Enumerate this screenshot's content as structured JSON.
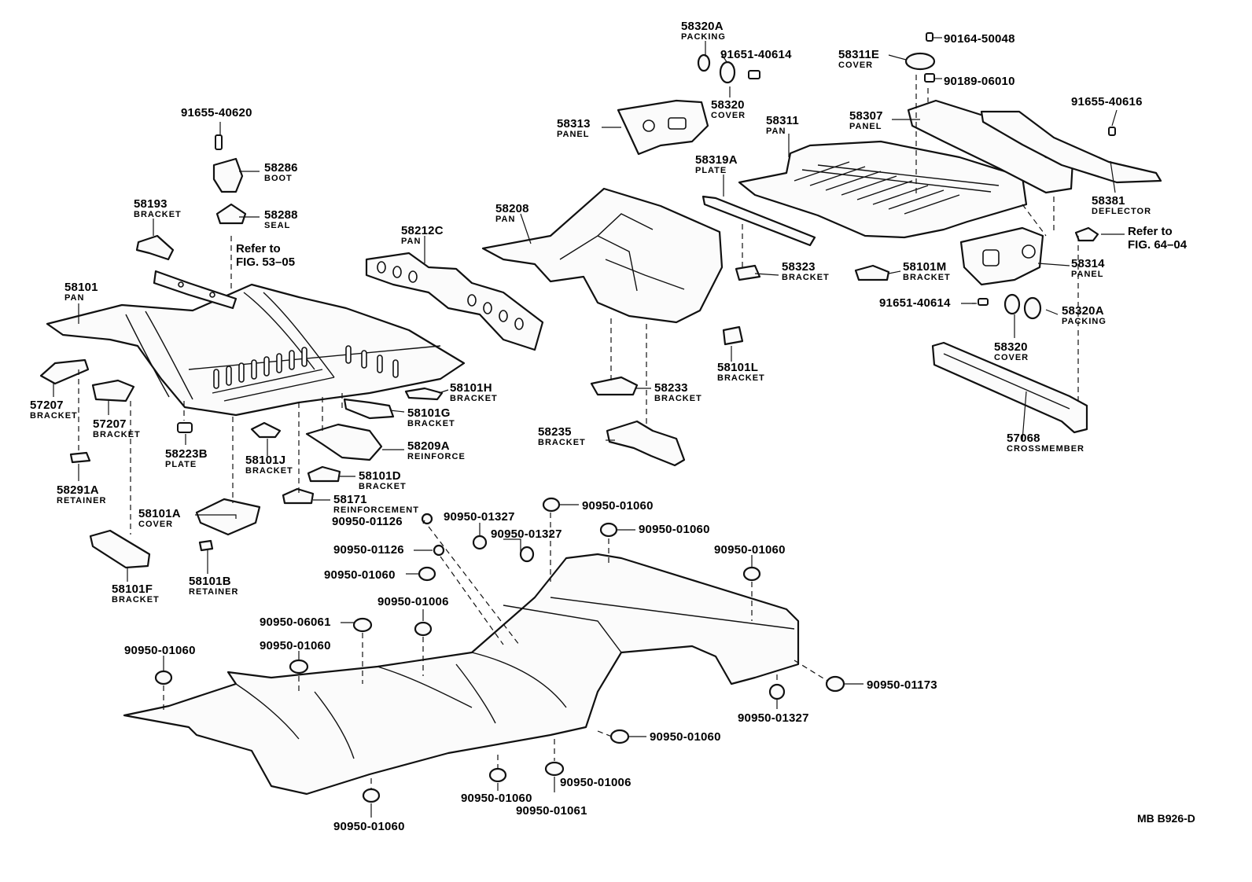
{
  "callouts": [
    {
      "number": "58320A",
      "name": "PACKING"
    },
    {
      "number": "91651-40614",
      "name": ""
    },
    {
      "number": "58320",
      "name": "COVER"
    },
    {
      "number": "58313",
      "name": "PANEL"
    },
    {
      "number": "90164-50048",
      "name": ""
    },
    {
      "number": "58311E",
      "name": "COVER"
    },
    {
      "number": "90189-06010",
      "name": ""
    },
    {
      "number": "58307",
      "name": "PANEL"
    },
    {
      "number": "58311",
      "name": "PAN"
    },
    {
      "number": "91655-40616",
      "name": ""
    },
    {
      "number": "58381",
      "name": "DEFLECTOR"
    },
    {
      "number": "58319A",
      "name": "PLATE"
    },
    {
      "number": "91655-40620",
      "name": ""
    },
    {
      "number": "58286",
      "name": "BOOT"
    },
    {
      "number": "58288",
      "name": "SEAL"
    },
    {
      "number": "58193",
      "name": "BRACKET"
    },
    {
      "number": "58208",
      "name": "PAN"
    },
    {
      "number": "58212C",
      "name": "PAN"
    },
    {
      "number": "58323",
      "name": "BRACKET"
    },
    {
      "number": "58101M",
      "name": "BRACKET"
    },
    {
      "number": "58314",
      "name": "PANEL"
    },
    {
      "number": "91651-40614",
      "name": ""
    },
    {
      "number": "58320A",
      "name": "PACKING"
    },
    {
      "number": "58320",
      "name": "COVER"
    },
    {
      "number": "58101",
      "name": "PAN"
    },
    {
      "number": "58101L",
      "name": "BRACKET"
    },
    {
      "number": "57068",
      "name": "CROSSMEMBER"
    },
    {
      "number": "57207",
      "name": "BRACKET"
    },
    {
      "number": "57207",
      "name": "BRACKET"
    },
    {
      "number": "58101H",
      "name": "BRACKET"
    },
    {
      "number": "58101G",
      "name": "BRACKET"
    },
    {
      "number": "58233",
      "name": "BRACKET"
    },
    {
      "number": "58235",
      "name": "BRACKET"
    },
    {
      "number": "58223B",
      "name": "PLATE"
    },
    {
      "number": "58101J",
      "name": "BRACKET"
    },
    {
      "number": "58209A",
      "name": "REINFORCE"
    },
    {
      "number": "58291A",
      "name": "RETAINER"
    },
    {
      "number": "58101D",
      "name": "BRACKET"
    },
    {
      "number": "58171",
      "name": "REINFORCEMENT"
    },
    {
      "number": "58101A",
      "name": "COVER"
    },
    {
      "number": "58101B",
      "name": "RETAINER"
    },
    {
      "number": "58101F",
      "name": "BRACKET"
    }
  ],
  "references": [
    {
      "line1": "Refer to",
      "line2": "FIG. 53–05"
    },
    {
      "line1": "Refer to",
      "line2": "FIG. 64–04"
    }
  ],
  "plugs": [
    "90950-01060",
    "90950-01060",
    "90950-01327",
    "90950-01327",
    "90950-01126",
    "90950-01126",
    "90950-01060",
    "90950-01060",
    "90950-01006",
    "90950-06061",
    "90950-01060",
    "90950-01060",
    "90950-01173",
    "90950-01327",
    "90950-01060",
    "90950-01006",
    "90950-01060",
    "90950-01061",
    "90950-01060"
  ],
  "diagram_code": "MB B926-D"
}
